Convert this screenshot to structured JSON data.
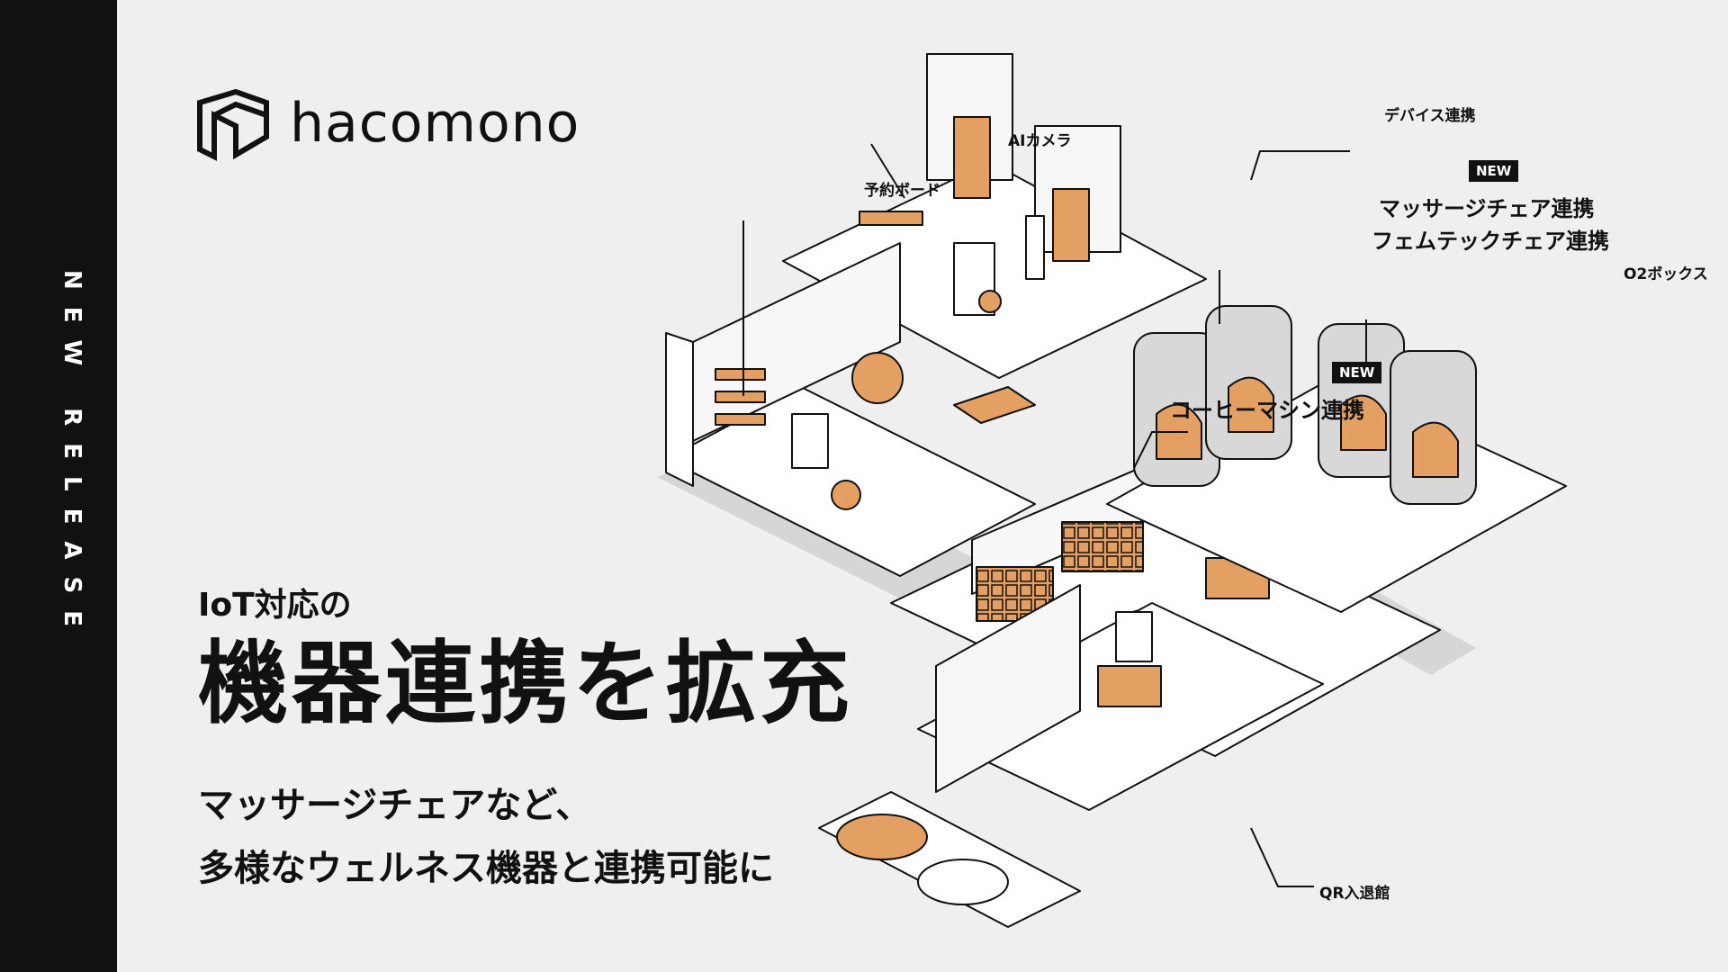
{
  "sidebar": {
    "text": "NEW RELEASE"
  },
  "logo": {
    "wordmark": "hacomono"
  },
  "headline": {
    "sub": "IoT対応の",
    "main": "機器連携を拡充"
  },
  "body": {
    "line1": "マッサージチェアなど、",
    "line2": "多様なウェルネス機器と連携可能に"
  },
  "callouts": {
    "ai_camera": "AIカメラ",
    "device": "デバイス連携",
    "booking_board": "予約ボード",
    "new_badge_1": "NEW",
    "massage": "マッサージチェア連携",
    "femtech": "フェムテックチェア連携",
    "o2box": "O2ボックス",
    "new_badge_2": "NEW",
    "coffee": "コーヒーマシン連携",
    "qr": "QR入退館"
  },
  "colors": {
    "accent": "#e3a062",
    "dark": "#111111",
    "background": "#efefef"
  }
}
